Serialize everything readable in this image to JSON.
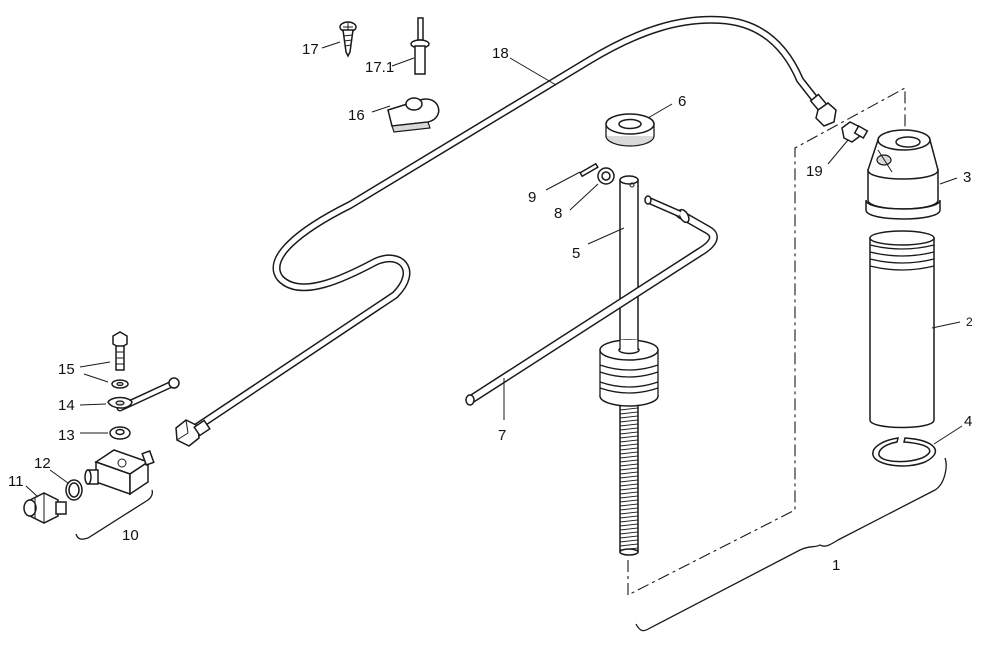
{
  "diagram": {
    "callouts": {
      "c1": "1",
      "c2": "2",
      "c3": "3",
      "c4": "4",
      "c5": "5",
      "c6": "6",
      "c7": "7",
      "c8": "8",
      "c9": "9",
      "c10": "10",
      "c11": "11",
      "c12": "12",
      "c13": "13",
      "c14": "14",
      "c15": "15",
      "c16": "16",
      "c17": "17",
      "c17_1": "17.1",
      "c18": "18",
      "c19": "19"
    },
    "line_color": "#1a1a1a",
    "background": "#ffffff"
  }
}
